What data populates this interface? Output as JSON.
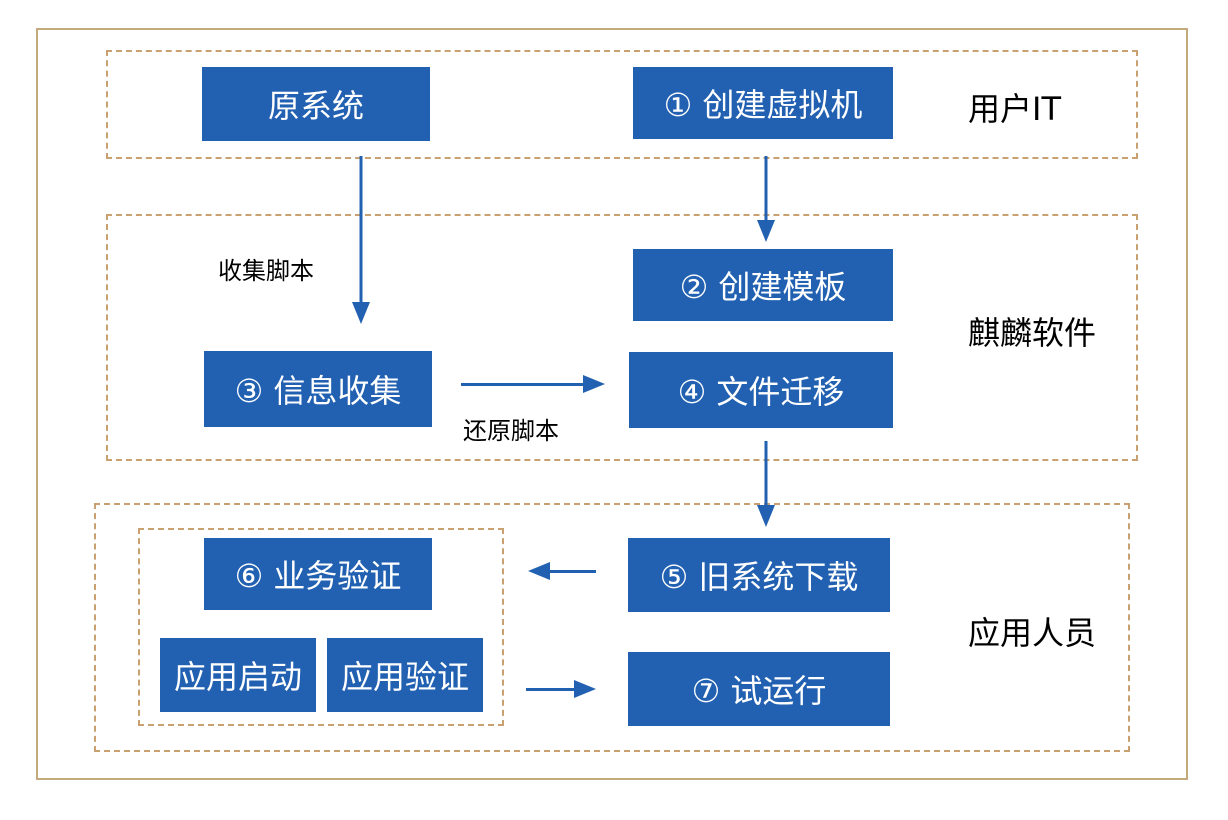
{
  "colors": {
    "box_fill": "#2261b1",
    "arrow": "#2261b1",
    "zone_border": "#c9a070",
    "frame_border": "#c2aa7a"
  },
  "zones": {
    "user_it": "用户IT",
    "kylin": "麒麟软件",
    "app_staff": "应用人员"
  },
  "nodes": {
    "original_system": "原系统",
    "create_vm": "① 创建虚拟机",
    "create_template": "② 创建模板",
    "info_collect": "③ 信息收集",
    "file_migrate": "④ 文件迁移",
    "old_sys_download": "⑤ 旧系统下载",
    "business_verify": "⑥ 业务验证",
    "trial_run": "⑦ 试运行",
    "app_start": "应用启动",
    "app_verify": "应用验证"
  },
  "edge_labels": {
    "collect_script": "收集脚本",
    "restore_script": "还原脚本"
  }
}
